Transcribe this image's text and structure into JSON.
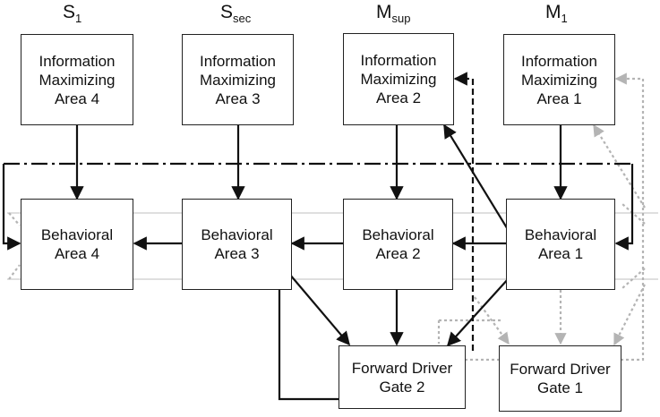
{
  "columns": [
    {
      "main": "S",
      "sub": "1"
    },
    {
      "main": "S",
      "sub": "sec"
    },
    {
      "main": "M",
      "sub": "sup"
    },
    {
      "main": "M",
      "sub": "1"
    }
  ],
  "info_boxes": [
    "Information\nMaximizing\nArea 4",
    "Information\nMaximizing\nArea 3",
    "Information\nMaximizing\nArea 2",
    "Information\nMaximizing\nArea 1"
  ],
  "behavioral_boxes": [
    "Behavioral\nArea 4",
    "Behavioral\nArea 3",
    "Behavioral\nArea 2",
    "Behavioral\nArea 1"
  ],
  "gate_boxes": [
    "Forward Driver\nGate 2",
    "Forward Driver\nGate 1"
  ],
  "colors": {
    "box_border": "#222222",
    "solid_arrow": "#111111",
    "dotted_gray": "#b4b4b4",
    "light_line": "#cccccc"
  }
}
